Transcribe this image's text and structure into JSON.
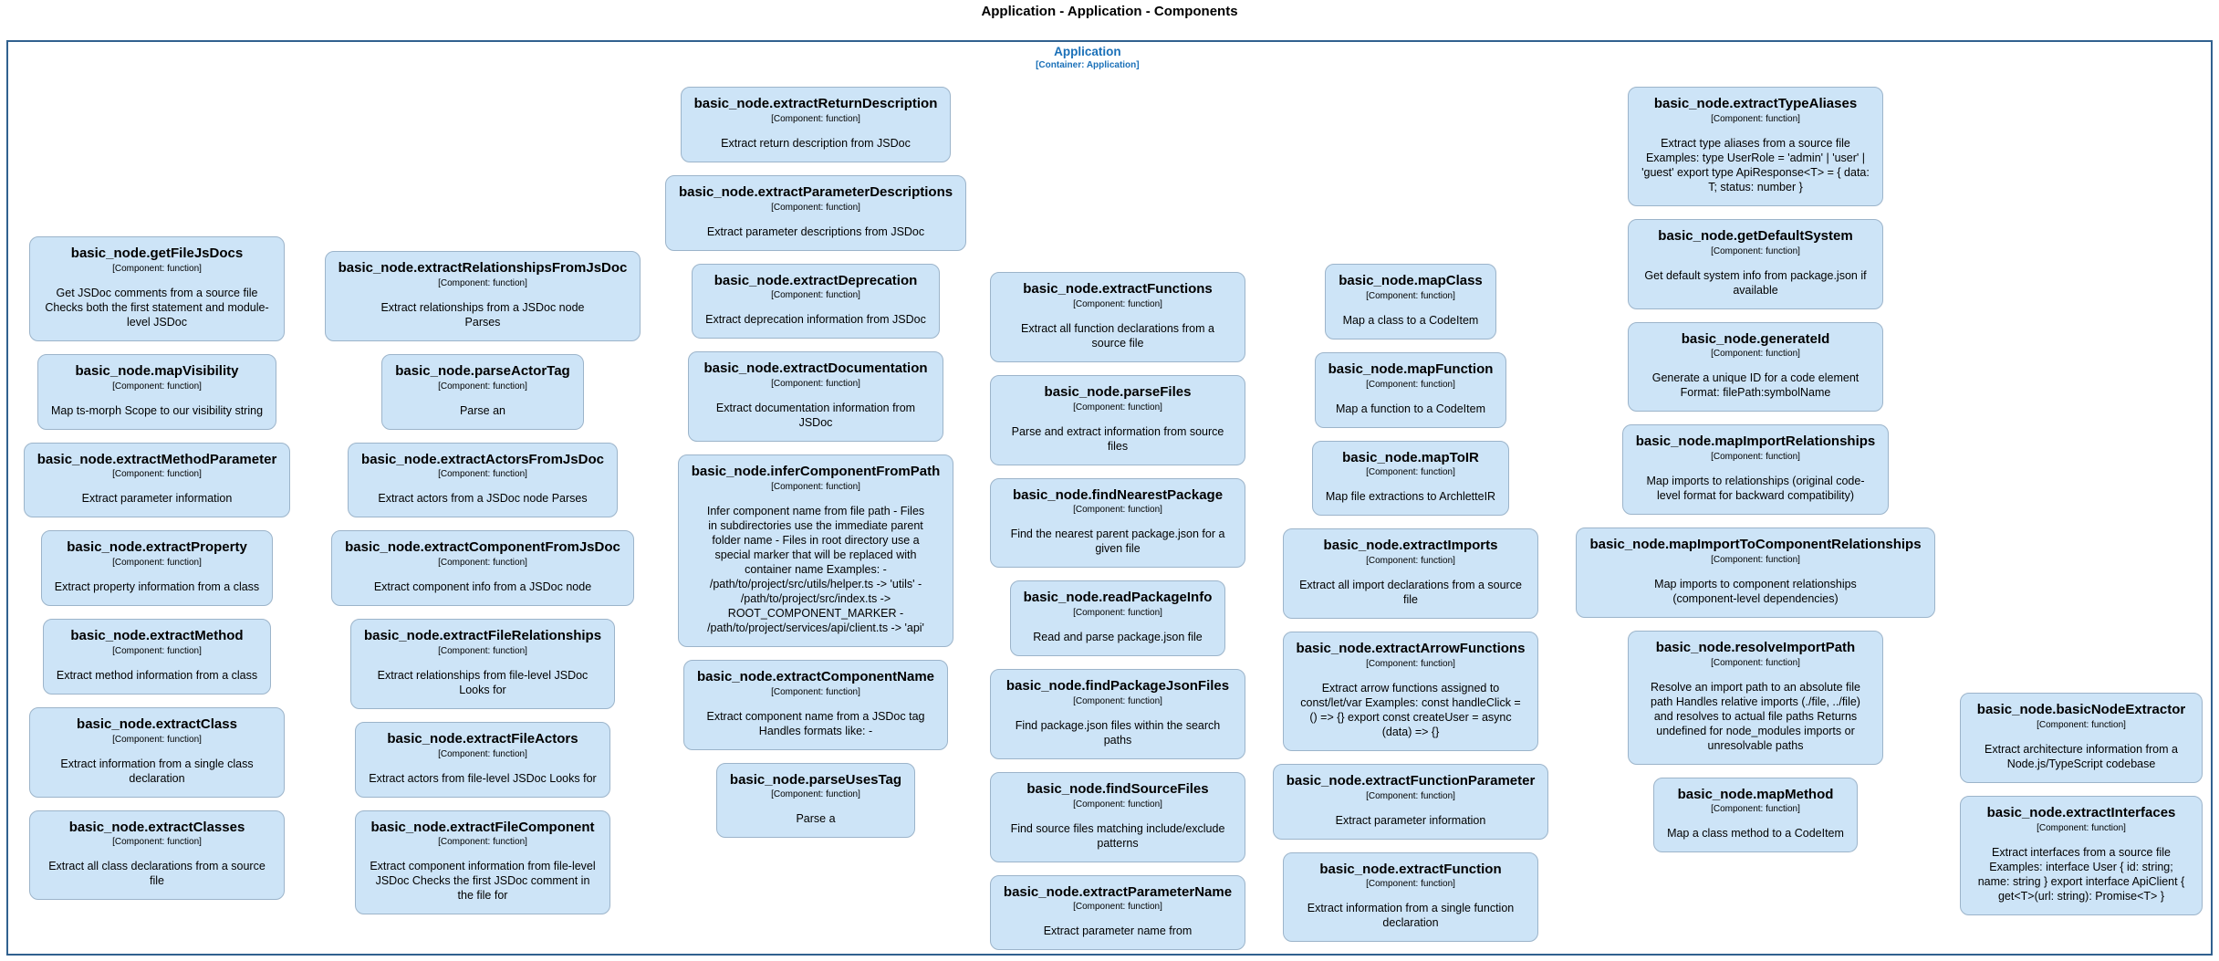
{
  "page_title": "Application - Application - Components",
  "container": {
    "name": "Application",
    "type_label": "[Container: Application]"
  },
  "component_meta": "[Component: function]",
  "colors": {
    "container_border": "#31618f",
    "label_blue": "#1a70b8",
    "box_fill": "#cde4f7",
    "box_border": "#9cb4ca",
    "text": "#000000"
  },
  "columns": [
    {
      "boxes": [
        {
          "title": "basic_node.getFileJsDocs",
          "desc": "Get JSDoc comments from a source file Checks both the first statement and module-level JSDoc"
        },
        {
          "title": "basic_node.mapVisibility",
          "desc": "Map ts-morph Scope to our visibility string"
        },
        {
          "title": "basic_node.extractMethodParameter",
          "desc": "Extract parameter information"
        },
        {
          "title": "basic_node.extractProperty",
          "desc": "Extract property information from a class"
        },
        {
          "title": "basic_node.extractMethod",
          "desc": "Extract method information from a class"
        },
        {
          "title": "basic_node.extractClass",
          "desc": "Extract information from a single class declaration"
        },
        {
          "title": "basic_node.extractClasses",
          "desc": "Extract all class declarations from a source file"
        }
      ]
    },
    {
      "boxes": [
        {
          "title": "basic_node.extractRelationshipsFromJsDoc",
          "desc": "Extract relationships from a JSDoc node Parses"
        },
        {
          "title": "basic_node.parseActorTag",
          "desc": "Parse an"
        },
        {
          "title": "basic_node.extractActorsFromJsDoc",
          "desc": "Extract actors from a JSDoc node Parses"
        },
        {
          "title": "basic_node.extractComponentFromJsDoc",
          "desc": "Extract component info from a JSDoc node"
        },
        {
          "title": "basic_node.extractFileRelationships",
          "desc": "Extract relationships from file-level JSDoc Looks for"
        },
        {
          "title": "basic_node.extractFileActors",
          "desc": "Extract actors from file-level JSDoc Looks for"
        },
        {
          "title": "basic_node.extractFileComponent",
          "desc": "Extract component information from file-level JSDoc Checks the first JSDoc comment in the file for"
        }
      ]
    },
    {
      "boxes": [
        {
          "title": "basic_node.extractReturnDescription",
          "desc": "Extract return description from JSDoc"
        },
        {
          "title": "basic_node.extractParameterDescriptions",
          "desc": "Extract parameter descriptions from JSDoc"
        },
        {
          "title": "basic_node.extractDeprecation",
          "desc": "Extract deprecation information from JSDoc"
        },
        {
          "title": "basic_node.extractDocumentation",
          "desc": "Extract documentation information from JSDoc"
        },
        {
          "title": "basic_node.inferComponentFromPath",
          "desc": "Infer component name from file path - Files in subdirectories use the immediate parent folder name - Files in root directory use a special marker that will be replaced with container name Examples: - /path/to/project/src/utils/helper.ts -> 'utils' - /path/to/project/src/index.ts -> ROOT_COMPONENT_MARKER - /path/to/project/services/api/client.ts -> 'api'"
        },
        {
          "title": "basic_node.extractComponentName",
          "desc": "Extract component name from a JSDoc tag Handles formats like: -"
        },
        {
          "title": "basic_node.parseUsesTag",
          "desc": "Parse a"
        }
      ]
    },
    {
      "boxes": [
        {
          "title": "basic_node.extractFunctions",
          "desc": "Extract all function declarations from a source file"
        },
        {
          "title": "basic_node.parseFiles",
          "desc": "Parse and extract information from source files"
        },
        {
          "title": "basic_node.findNearestPackage",
          "desc": "Find the nearest parent package.json for a given file"
        },
        {
          "title": "basic_node.readPackageInfo",
          "desc": "Read and parse package.json file"
        },
        {
          "title": "basic_node.findPackageJsonFiles",
          "desc": "Find package.json files within the search paths"
        },
        {
          "title": "basic_node.findSourceFiles",
          "desc": "Find source files matching include/exclude patterns"
        },
        {
          "title": "basic_node.extractParameterName",
          "desc": "Extract parameter name from"
        }
      ]
    },
    {
      "boxes": [
        {
          "title": "basic_node.mapClass",
          "desc": "Map a class to a CodeItem"
        },
        {
          "title": "basic_node.mapFunction",
          "desc": "Map a function to a CodeItem"
        },
        {
          "title": "basic_node.mapToIR",
          "desc": "Map file extractions to ArchletteIR"
        },
        {
          "title": "basic_node.extractImports",
          "desc": "Extract all import declarations from a source file"
        },
        {
          "title": "basic_node.extractArrowFunctions",
          "desc": "Extract arrow functions assigned to const/let/var Examples: const handleClick = () => {} export const createUser = async (data) => {}"
        },
        {
          "title": "basic_node.extractFunctionParameter",
          "desc": "Extract parameter information"
        },
        {
          "title": "basic_node.extractFunction",
          "desc": "Extract information from a single function declaration"
        }
      ]
    },
    {
      "boxes": [
        {
          "title": "basic_node.extractTypeAliases",
          "desc": "Extract type aliases from a source file Examples: type UserRole = 'admin' | 'user' | 'guest' export type ApiResponse<T> = { data: T; status: number }"
        },
        {
          "title": "basic_node.getDefaultSystem",
          "desc": "Get default system info from package.json if available"
        },
        {
          "title": "basic_node.generateId",
          "desc": "Generate a unique ID for a code element Format: filePath:symbolName"
        },
        {
          "title": "basic_node.mapImportRelationships",
          "desc": "Map imports to relationships (original code-level format for backward compatibility)"
        },
        {
          "title": "basic_node.mapImportToComponentRelationships",
          "desc": "Map imports to component relationships (component-level dependencies)"
        },
        {
          "title": "basic_node.resolveImportPath",
          "desc": "Resolve an import path to an absolute file path Handles relative imports (./file, ../file) and resolves to actual file paths Returns undefined for node_modules imports or unresolvable paths"
        },
        {
          "title": "basic_node.mapMethod",
          "desc": "Map a class method to a CodeItem"
        }
      ]
    },
    {
      "boxes": [
        {
          "title": "basic_node.basicNodeExtractor",
          "desc": "Extract architecture information from a Node.js/TypeScript codebase"
        },
        {
          "title": "basic_node.extractInterfaces",
          "desc": "Extract interfaces from a source file Examples: interface User { id: string; name: string } export interface ApiClient { get<T>(url: string): Promise<T> }"
        }
      ]
    }
  ]
}
